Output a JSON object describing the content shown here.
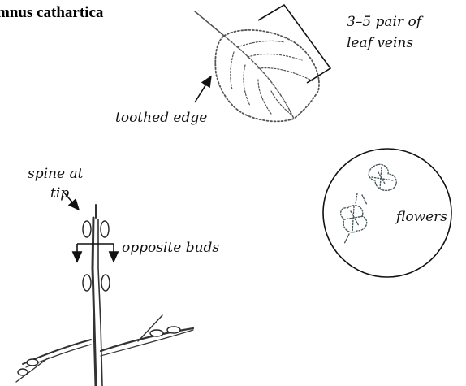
{
  "title": "mnus cathartica",
  "labels": {
    "veins_line1": "3–5 pair of",
    "veins_line2": "leaf veins",
    "toothed_edge": "toothed edge",
    "spine_line1": "spine at",
    "spine_line2": "tip",
    "opposite_buds": "opposite buds",
    "flowers": "flowers"
  }
}
